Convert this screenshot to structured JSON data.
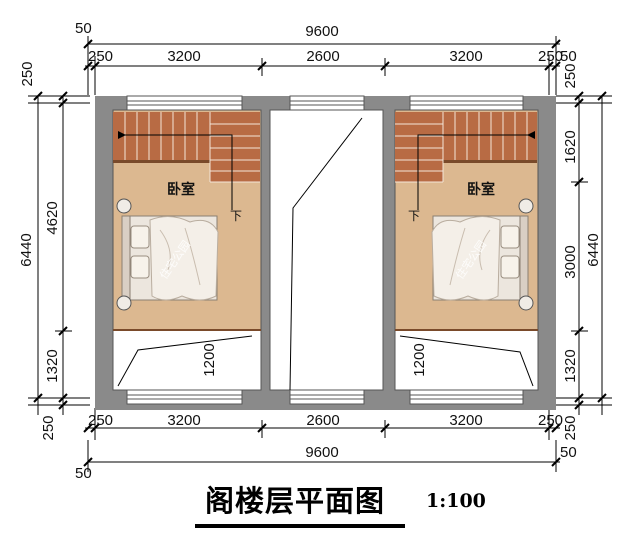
{
  "drawing": {
    "title": "阁楼层平面图",
    "scale": "1:100"
  },
  "dimensions": {
    "top_total_label": "50",
    "top_total": "9600",
    "top_margin_left": "250",
    "top_margin_right": "250",
    "top_right_50": "50",
    "top_seg_1": "3200",
    "top_seg_2": "2600",
    "top_seg_3": "3200",
    "bottom_margin_left": "250",
    "bottom_margin_right": "250",
    "bottom_seg_1": "3200",
    "bottom_seg_2": "2600",
    "bottom_seg_3": "3200",
    "bottom_total": "9600",
    "bottom_50_left": "50",
    "bottom_50_right": "50",
    "left_top_250": "250",
    "left_total": "6440",
    "left_upper": "4620",
    "left_lower": "1320",
    "left_bottom_250": "250",
    "right_top_250": "250",
    "right_upper": "1620",
    "right_middle": "3000",
    "right_lower": "1320",
    "right_total": "6440",
    "right_bottom_250": "250",
    "left_stair_1200": "1200",
    "right_stair_1200": "1200"
  },
  "rooms": {
    "left_label": "卧室",
    "right_label": "卧室",
    "left_down": "下",
    "right_down": "下"
  },
  "watermark": {
    "left": "住宅公园",
    "right": "住宅公园"
  },
  "colors": {
    "wall": "#8a8a8a",
    "floor_wood": "#dcb890",
    "stair_wood": "#b86b44",
    "dim_line": "#000000"
  }
}
